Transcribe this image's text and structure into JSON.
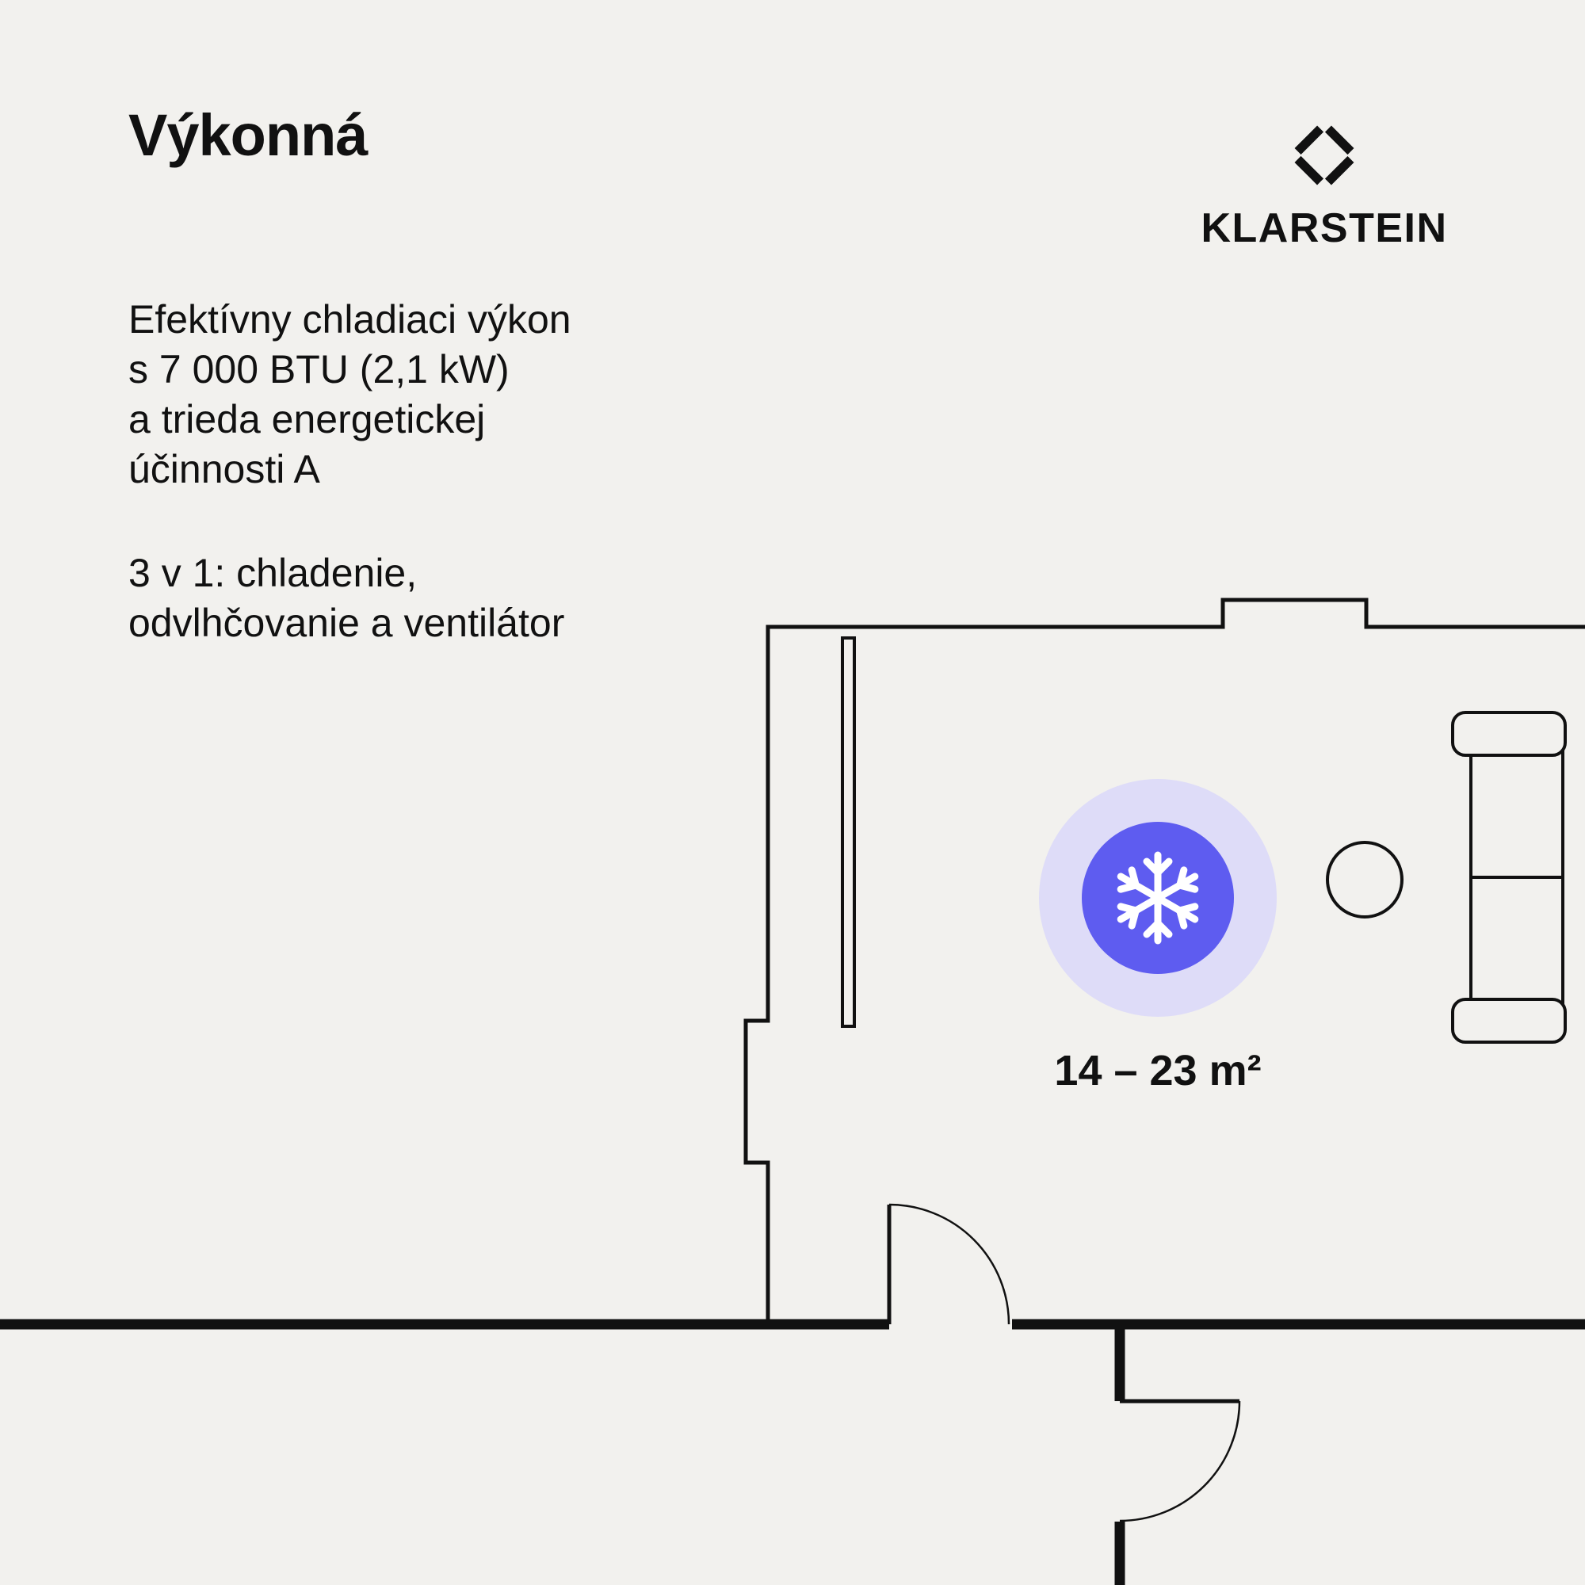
{
  "page": {
    "background": "#f2f1ee",
    "text_color": "#111111"
  },
  "headline": {
    "title": "Výkonná"
  },
  "copy": {
    "paragraph1": "Efektívny chladiaci výkon\ns 7 000 BTU (2,1 kW)\na trieda energetickej\núčinnosti A",
    "paragraph2": "3 v 1: chladenie,\nodvlhčovanie a ventilátor"
  },
  "brand": {
    "name": "KLARSTEIN"
  },
  "floorplan": {
    "area_label": "14 – 23 m²",
    "badge": {
      "outer_color": "#dedcf8",
      "inner_color": "#5e5cf0",
      "icon_color": "#ffffff"
    }
  }
}
